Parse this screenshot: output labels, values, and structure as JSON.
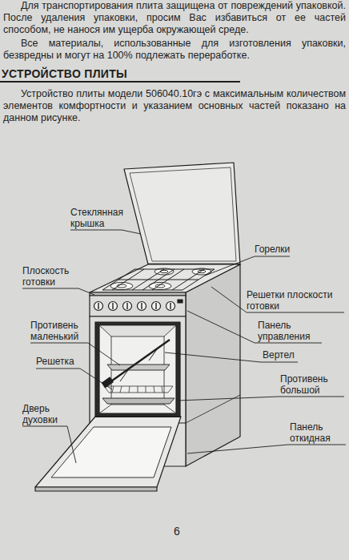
{
  "diagram": {
    "title": "УСТРОЙСТВО ПЛИТЫ",
    "labels": [
      "Для транспортирования плита защищена от повреждений упаковкой. После удаления упаковки, просим Вас избавиться от ее частей способом, не нанося им ущерба окружающей среде.",
      "Все материалы, использованные для изготовления упаковки, безвредны и могут на 100% подлежать переработке.",
      "Устройство плиты модели 506040.10гэ с максимальным количеством элементов комфортности и указанием основных частей показано на данном рисунке.",
      "Стеклянная крышка",
      "Горелки",
      "Плоскость готовки",
      "Решетки плоскости готовки",
      "Противень маленький",
      "Панель управления",
      "Вертел",
      "Решетка",
      "Противень большой",
      "Дверь духовки",
      "Панель откидная",
      "6"
    ]
  }
}
